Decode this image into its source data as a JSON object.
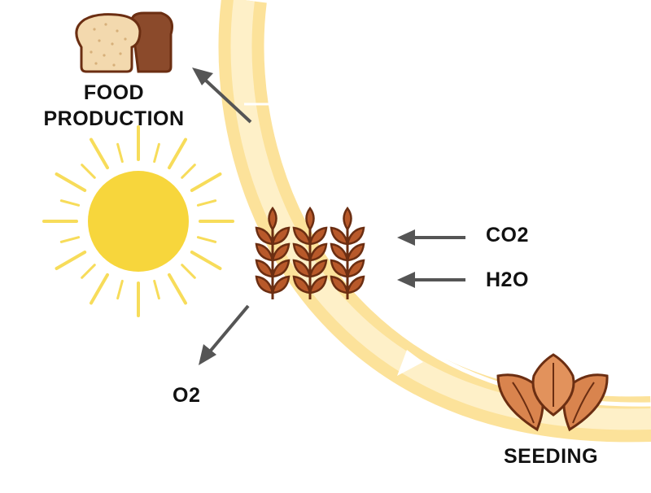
{
  "labels": {
    "food_line1": "FOOD",
    "food_line2": "PRODUCTION",
    "co2": "CO2",
    "h2o": "H2O",
    "o2": "O2",
    "seeding": "SEEDING"
  },
  "icons": {
    "bread": "bread-icon",
    "sun": "sun-icon",
    "wheat": "wheat-icon",
    "seeds": "seeds-icon"
  },
  "colors": {
    "cycle_ring": "#FCE39A",
    "cycle_ring_light": "#FDEFC4",
    "sun": "#F7D63C",
    "sun_rays": "#F7DC5A",
    "wheat": "#B8592A",
    "wheat_outline": "#6B2E12",
    "bread_crust": "#8B4A2B",
    "bread_crumb": "#F1D6A8",
    "seed": "#D9844E",
    "arrow": "#555555",
    "text": "#111111"
  }
}
